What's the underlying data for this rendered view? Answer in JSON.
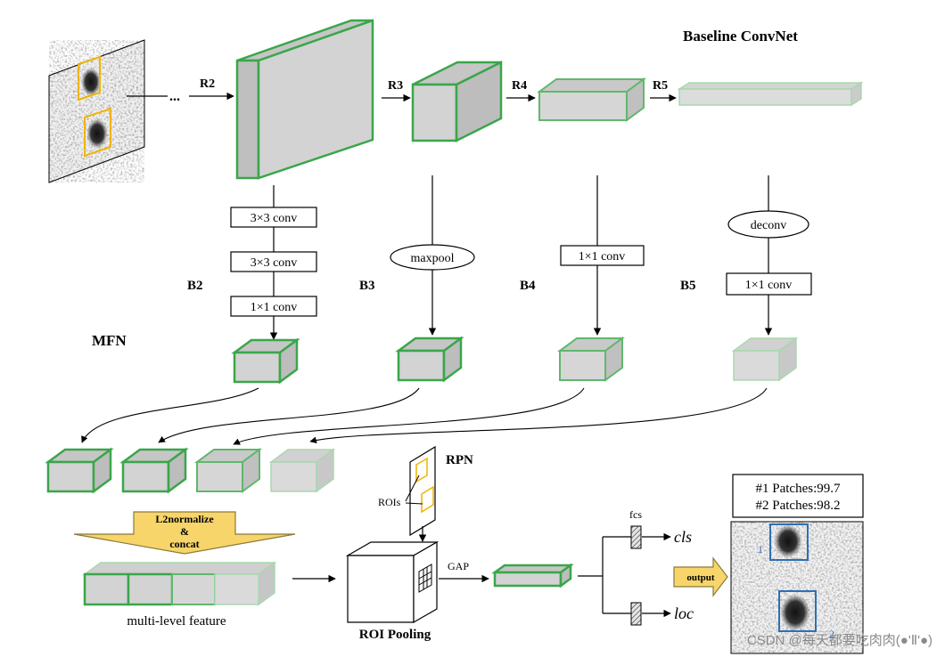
{
  "title": "Baseline ConvNet",
  "ellipsis": "...",
  "stages": {
    "r2": "R2",
    "r3": "R3",
    "r4": "R4",
    "r5": "R5"
  },
  "branches": {
    "b2": "B2",
    "b3": "B3",
    "b4": "B4",
    "b5": "B5"
  },
  "mfn_label": "MFN",
  "ops": {
    "conv3x3_a": "3×3 conv",
    "conv3x3_b": "3×3 conv",
    "conv1x1_b2": "1×1 conv",
    "maxpool": "maxpool",
    "conv1x1_b4": "1×1 conv",
    "deconv": "deconv",
    "conv1x1_b5": "1×1 conv"
  },
  "l2_line1": "L2normalize",
  "l2_line2": "&",
  "l2_line3": "concat",
  "multi_level": "multi-level feature",
  "rpn": "RPN",
  "rois": "ROIs",
  "roi_pooling": "ROI Pooling",
  "gap": "GAP",
  "fcs": "fcs",
  "cls": "cls",
  "loc": "loc",
  "output": "output",
  "results": {
    "line1": "#1 Patches:99.7",
    "line2": "#2 Patches:98.2"
  },
  "box_ids": {
    "first": "1",
    "second": "2"
  },
  "watermark": "CSDN @每天都要吃肉肉(●'Ⅱ'●)",
  "colors": {
    "green_dark": "#3aa64a",
    "green_mid": "#5fb86c",
    "green_light": "#a8d8ae",
    "box_gray": "#d3d3d3",
    "yellow_frame": "#f0b400",
    "arrow_fill": "#f7d56a",
    "blue_frame": "#2f6fb5"
  }
}
